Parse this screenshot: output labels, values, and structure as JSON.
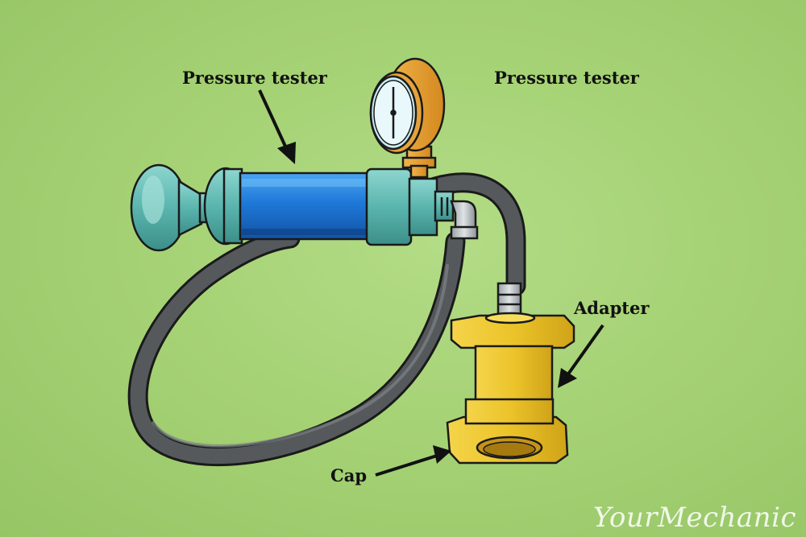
{
  "labels": {
    "pressure_tester_left": "Pressure tester",
    "pressure_tester_right": "Pressure tester",
    "adapter": "Adapter",
    "cap": "Cap"
  },
  "watermark": "YourMechanic",
  "colors": {
    "background": "#a3d072",
    "pump_barrel": "#1f78d8",
    "fittings": "#5ab5ae",
    "hose": "#55595c",
    "gauge": "#e8a233",
    "adapter": "#ecc42a"
  }
}
